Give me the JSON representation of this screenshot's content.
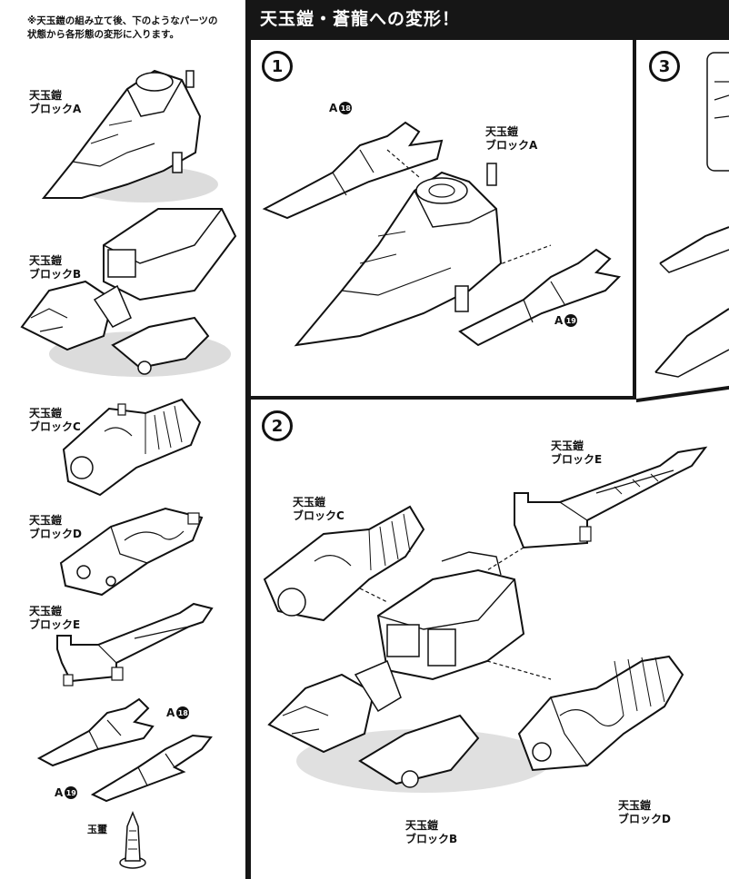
{
  "note": {
    "line1": "※天玉鎧の組み立て後、下のようなパーツの",
    "line2": "状態から各形態の変形に入ります。"
  },
  "parts": [
    {
      "name": "天玉鎧",
      "block": "ブロックA"
    },
    {
      "name": "天玉鎧",
      "block": "ブロックB"
    },
    {
      "name": "天玉鎧",
      "block": "ブロックC"
    },
    {
      "name": "天玉鎧",
      "block": "ブロックD"
    },
    {
      "name": "天玉鎧",
      "block": "ブロックE"
    }
  ],
  "markers": {
    "a18_letter": "A",
    "a18_num": "18",
    "a19_letter": "A",
    "a19_num": "19"
  },
  "gyokuji_label": "玉璽",
  "section_title": "天玉鎧・蒼龍への変形！",
  "steps": [
    "1",
    "2",
    "3"
  ],
  "step1": {
    "a18_letter": "A",
    "a18_num": "18",
    "block_name": "天玉鎧",
    "block": "ブロックA",
    "a19_letter": "A",
    "a19_num": "19"
  },
  "step2": {
    "e_name": "天玉鎧",
    "e_block": "ブロックE",
    "c_name": "天玉鎧",
    "c_block": "ブロックC",
    "b_name": "天玉鎧",
    "b_block": "ブロックB",
    "d_name": "天玉鎧",
    "d_block": "ブロックD"
  },
  "colors": {
    "ink": "#111111",
    "header_bg": "#161616",
    "paper": "#ffffff",
    "shadow": "#d9d9d9"
  }
}
